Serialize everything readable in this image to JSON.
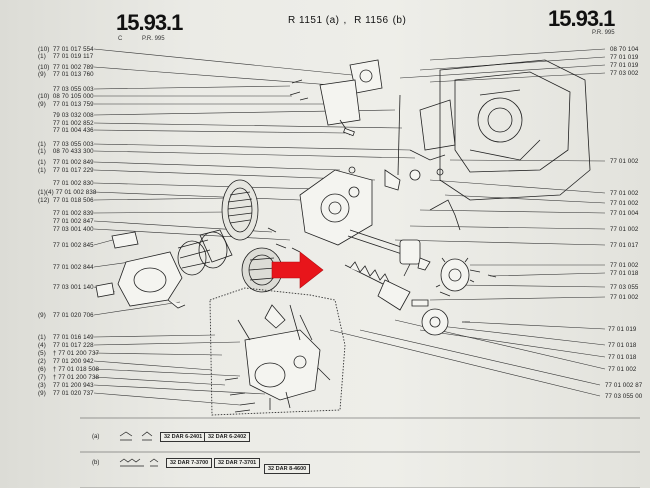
{
  "header": {
    "page_number": "15.93.1",
    "sub_left": "C",
    "sub_right": "P.R. 995",
    "models": [
      "R 1151 (a)",
      ",",
      "R 1156",
      "(b)"
    ],
    "right_page_number": "15.93.1",
    "right_sub": "P.R. 995"
  },
  "left_refs": [
    {
      "q": "(10)",
      "ref": "77 01 017 554"
    },
    {
      "q": "(1)",
      "ref": "77 01 019 117"
    },
    {
      "q": "(10)",
      "ref": "77 01 002 789"
    },
    {
      "q": "(9)",
      "ref": "77 01 013 760"
    },
    {
      "q": "",
      "ref": "77 03 055 003"
    },
    {
      "q": "(10)",
      "ref": "08 70 105 000"
    },
    {
      "q": "(9)",
      "ref": "77 01 013 759"
    },
    {
      "q": "",
      "ref": "79 03 032 008"
    },
    {
      "q": "",
      "ref": "77 01 002 852"
    },
    {
      "q": "",
      "ref": "77 01 004 436"
    },
    {
      "q": "(1)",
      "ref": "77 03 055 003"
    },
    {
      "q": "(1)",
      "ref": "08 70 433 300"
    },
    {
      "q": "(1)",
      "ref": "77 01 002 849"
    },
    {
      "q": "(1)",
      "ref": "77 01 017 229"
    },
    {
      "q": "",
      "ref": "77 01 002 830"
    },
    {
      "q": "(1)(4)",
      "ref": "77 01 002 838"
    },
    {
      "q": "(12)",
      "ref": "77 01 018 506"
    },
    {
      "q": "",
      "ref": "77 01 002 839"
    },
    {
      "q": "",
      "ref": "77 01 002 847"
    },
    {
      "q": "",
      "ref": "77 03 001 400"
    },
    {
      "q": "",
      "ref": "77 01 002 845"
    },
    {
      "q": "",
      "ref": "77 01 002 844"
    },
    {
      "q": "",
      "ref": "77 03 001 140"
    },
    {
      "q": "(9)",
      "ref": "77 01 020 706"
    },
    {
      "q": "(1)",
      "ref": "77 01 016 149"
    },
    {
      "q": "(4)",
      "ref": "77 01 017 228"
    },
    {
      "q": "(5)",
      "ref": "† 77 01 200 737"
    },
    {
      "q": "(2)",
      "ref": "77 01 200 942"
    },
    {
      "q": "(6)",
      "ref": "† 77 01 018 508"
    },
    {
      "q": "(7)",
      "ref": "† 77 01 200 738"
    },
    {
      "q": "(3)",
      "ref": "77 01 200 943"
    },
    {
      "q": "(9)",
      "ref": "77 01 020 737"
    }
  ],
  "right_refs": [
    "08 70 104",
    "77 01 019",
    "77 01 019",
    "77 03 002",
    "77 01 002",
    "77 01 002",
    "77 01 002",
    "77 01 004",
    "77 01 002",
    "77 01 017",
    "77 01 002",
    "77 01 018",
    "77 03 055",
    "77 01 002",
    "77 01 019",
    "77 01 018",
    "77 01 018",
    "77 01 002",
    "77 01 002 87",
    "77 03 055 00"
  ],
  "bottom_rows": [
    {
      "label": "(a)",
      "boxes": [
        "32 DAR 6-2401",
        "32 DAR 6-2402"
      ]
    },
    {
      "label": "(b)",
      "boxes": [
        "32 DAR 7-3700",
        "32 DAR 7-3701",
        "32 DAR 8-4600"
      ]
    }
  ],
  "colors": {
    "arrow": "#e8151b",
    "paper": "#ebebe6",
    "ink": "#222222"
  }
}
